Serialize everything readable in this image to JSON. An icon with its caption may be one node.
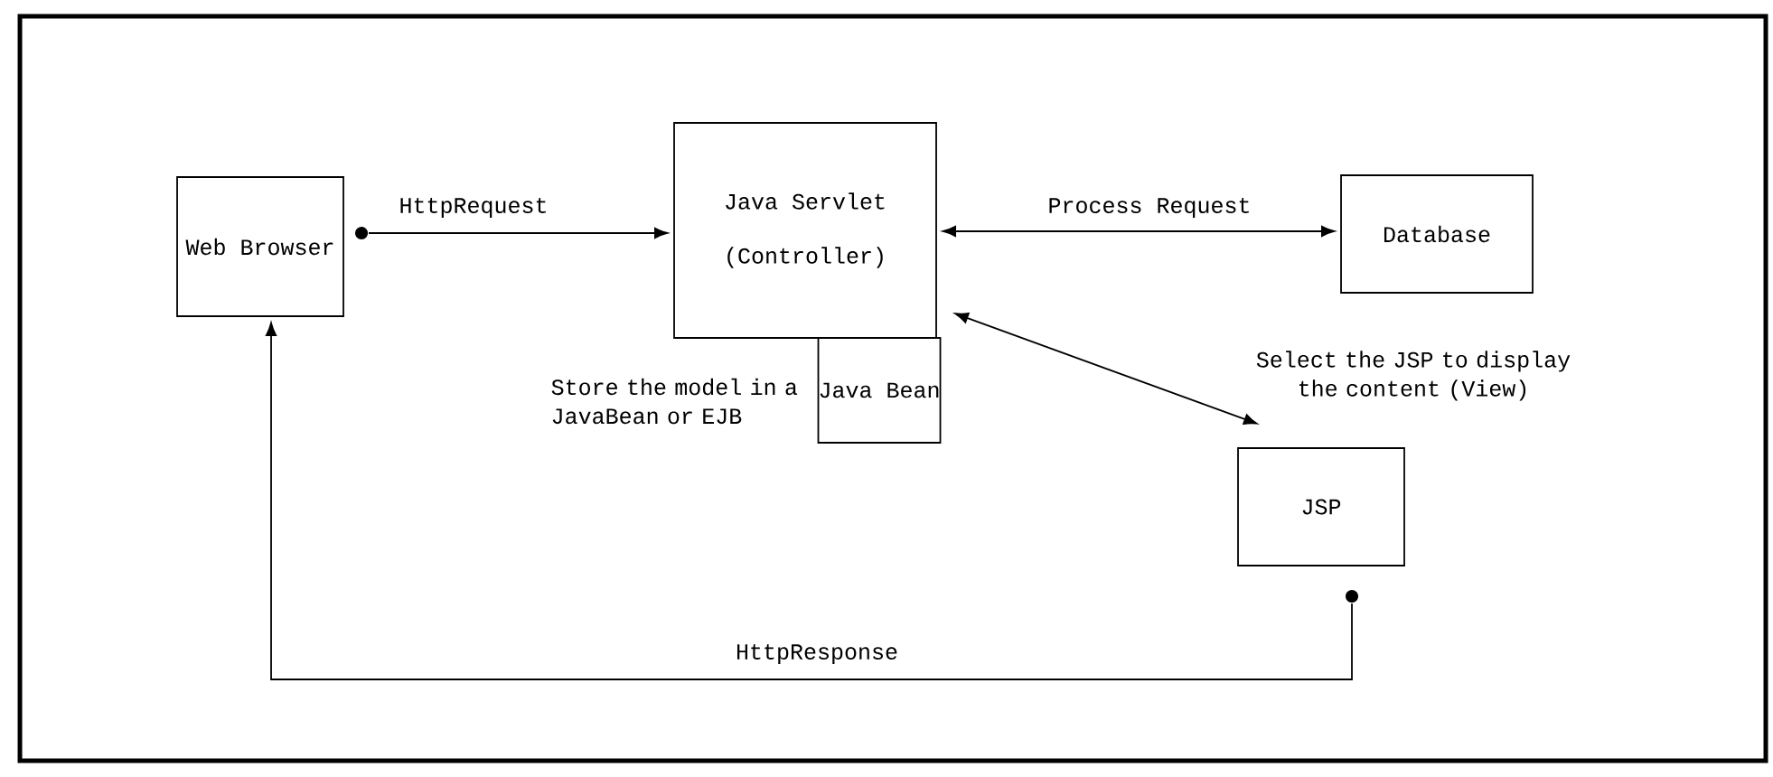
{
  "diagram": {
    "nodes": [
      {
        "text": [
          "Web Browser"
        ]
      },
      {
        "text": [
          "Java Servlet",
          "(Controller)"
        ]
      },
      {
        "text": [
          "Java Bean"
        ]
      },
      {
        "text": [
          "Database"
        ]
      },
      {
        "text": [
          "JSP"
        ],
        "beside": [
          "Select the JSP to display the content (View)"
        ]
      }
    ],
    "edges": [
      {
        "from": 0,
        "to": 1,
        "arrow": "to",
        "label": "HttpRequest"
      },
      {
        "from": 1,
        "to": 3,
        "arrow": "both",
        "label": "Process Request"
      },
      {
        "from": 1,
        "to": 4,
        "arrow": "both"
      },
      {
        "from": 4,
        "to": 0,
        "arrow": "to",
        "label": "HttpResponse"
      }
    ],
    "labels": [
      "Store the model in a JavaBean or EJB"
    ]
  }
}
